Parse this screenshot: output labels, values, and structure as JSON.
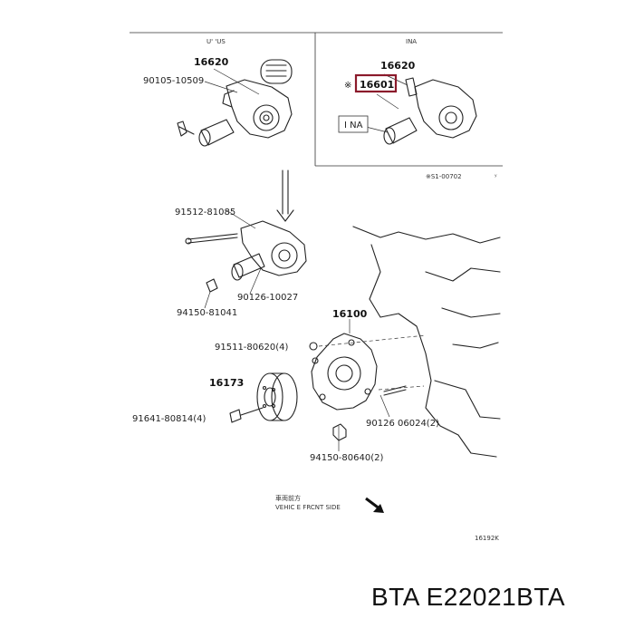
{
  "panels": {
    "left_title": "U' 'US",
    "right_title": "INA"
  },
  "labels": {
    "p16620_left": "16620",
    "p90105": "90105-10509",
    "p16620_right": "16620",
    "p16601": "16601",
    "asterisk": "※",
    "ina_box": "I NA",
    "ref_code": "※S1-00702",
    "p91512": "91512-81085",
    "p90126_10027": "90126-10027",
    "p94150_81041": "94150-81041",
    "p16100": "16100",
    "p91511": "91511-80620(4)",
    "p16173": "16173",
    "p91641": "91641-80814(4)",
    "p90126_06024": "90126 06024(2)",
    "p94150_80640": "94150-80640(2)",
    "front_jp": "車両前方",
    "front_en": "VEHIC E FRCNT SIDE",
    "figure_code": "16192K"
  },
  "caption": "BTA E22021BTA",
  "colors": {
    "highlight": "#8b1a2b",
    "ink": "#222222"
  }
}
